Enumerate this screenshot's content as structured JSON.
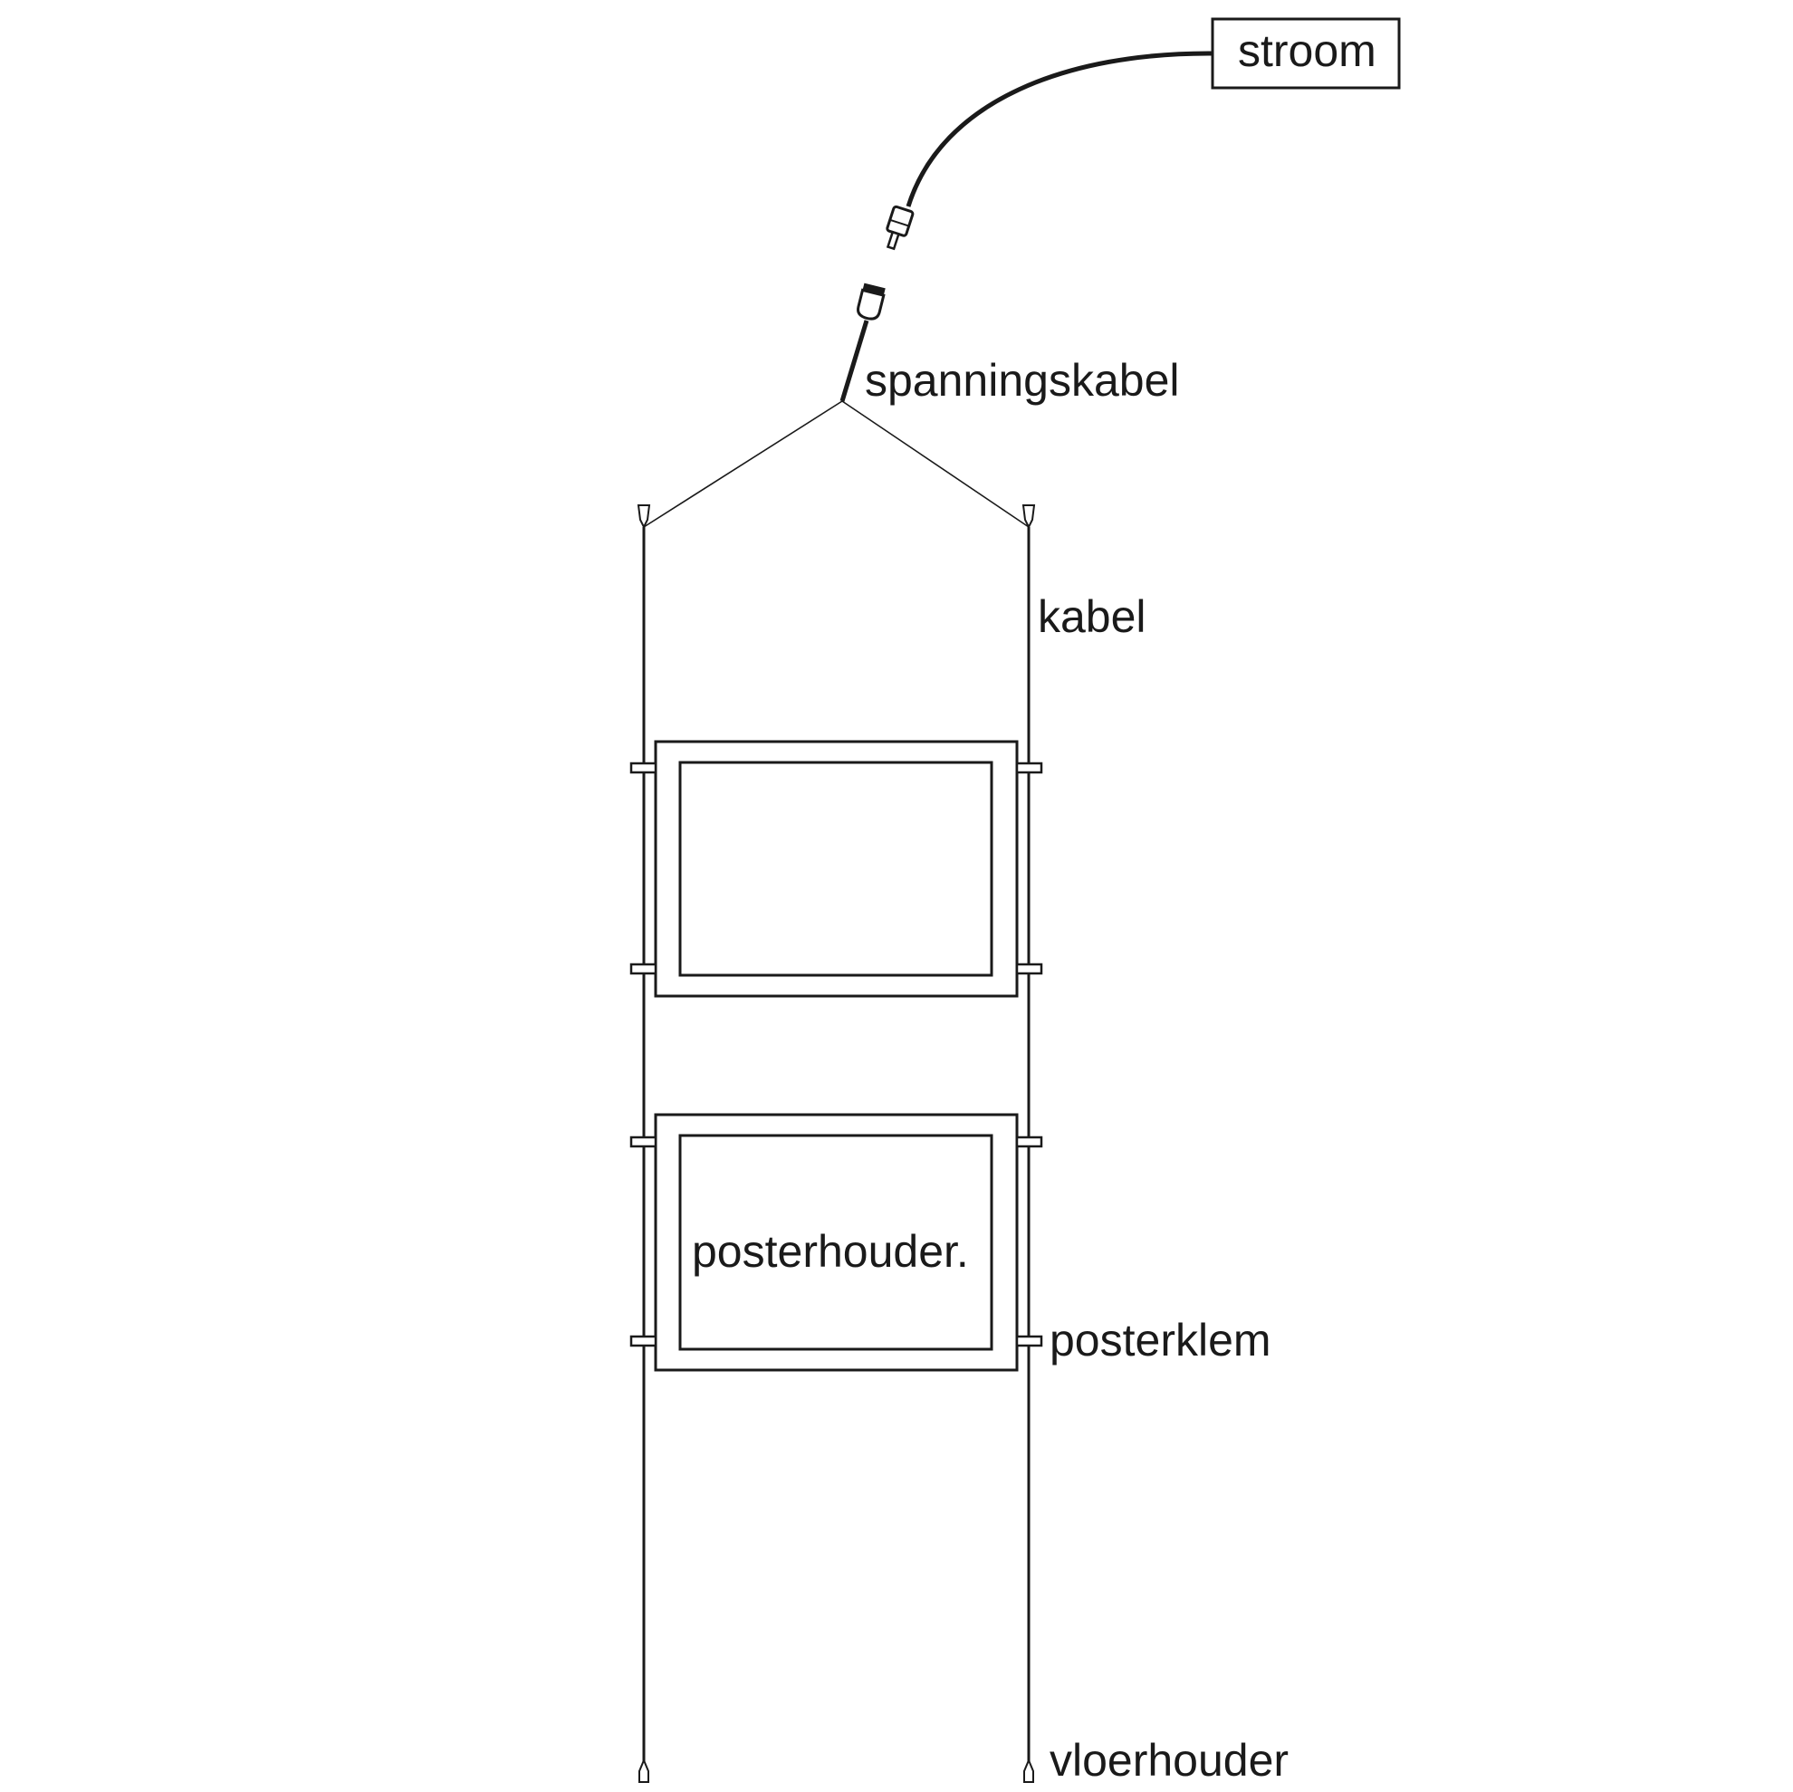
{
  "labels": {
    "power": "stroom",
    "tension_cable": "spanningskabel",
    "cable": "kabel",
    "poster_holder": "posterhouder.",
    "poster_clamp": "posterklem",
    "floor_holder": "vloerhouder"
  },
  "icons": {
    "plug": "plug-icon",
    "socket": "socket-icon"
  },
  "colors": {
    "line": "#1a1a1a",
    "background": "#ffffff"
  }
}
